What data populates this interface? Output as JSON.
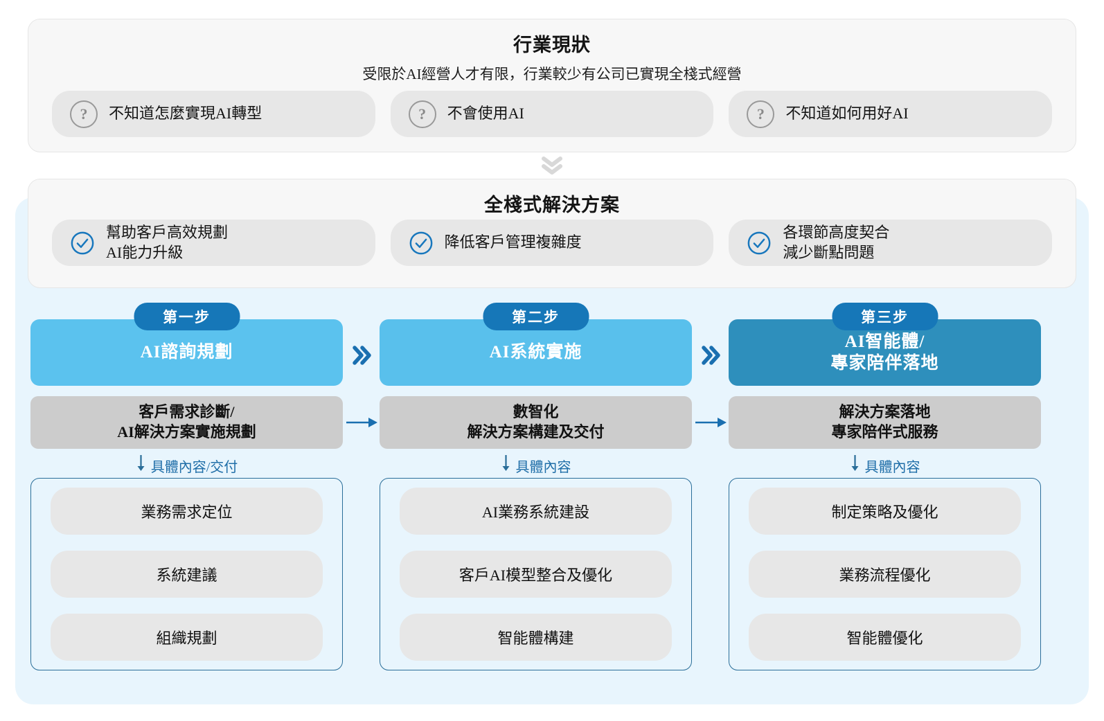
{
  "industry": {
    "title": "行業現狀",
    "subtitle": "受限於AI經營人才有限，行業較少有公司已實現全棧式經營",
    "pills": [
      {
        "icon": "question-mark-icon",
        "lines": [
          "不知道怎麼實現AI轉型"
        ]
      },
      {
        "icon": "question-mark-icon",
        "lines": [
          "不會使用AI"
        ]
      },
      {
        "icon": "question-mark-icon",
        "lines": [
          "不知道如何用好AI"
        ]
      }
    ]
  },
  "divider_icon": "double-chevron-down-icon",
  "solution": {
    "title": "全棧式解決方案",
    "pills": [
      {
        "icon": "check-circle-icon",
        "lines": [
          "幫助客戶高效規劃",
          "AI能力升級"
        ]
      },
      {
        "icon": "check-circle-icon",
        "lines": [
          "降低客戶管理複雜度"
        ]
      },
      {
        "icon": "check-circle-icon",
        "lines": [
          "各環節高度契合",
          "減少斷點問題"
        ]
      }
    ]
  },
  "steps": [
    {
      "badge": "第一步",
      "header_lines": [
        "AI諮詢規劃"
      ],
      "header_color": "#5BC2EE",
      "sub_lines": [
        "客戶需求診斷/",
        "AI解決方案實施規劃"
      ],
      "detail_label": "具體內容/交付",
      "detail_arrow_icon": "arrow-down-icon",
      "items": [
        "業務需求定位",
        "系統建議",
        "組織規劃"
      ]
    },
    {
      "badge": "第二步",
      "header_lines": [
        "AI系統實施"
      ],
      "header_color": "#59C0EC",
      "sub_lines": [
        "數智化",
        "解決方案構建及交付"
      ],
      "detail_label": "具體內容",
      "detail_arrow_icon": "arrow-down-icon",
      "items": [
        "AI業務系統建設",
        "客戶AI模型整合及優化",
        "智能體構建"
      ]
    },
    {
      "badge": "第三步",
      "header_lines": [
        "AI智能體/",
        "專家陪伴落地"
      ],
      "header_color": "#2E8FBC",
      "sub_lines": [
        "解決方案落地",
        "專家陪伴式服務"
      ],
      "detail_label": "具體內容",
      "detail_arrow_icon": "arrow-down-icon",
      "items": [
        "制定策略及優化",
        "業務流程優化",
        "智能體優化"
      ]
    }
  ],
  "connectors": {
    "chevron_icon": "double-chevron-right-icon",
    "arrow_icon": "arrow-right-icon"
  },
  "colors": {
    "badge_blue": "#1677b8",
    "accent_blue": "#1f6ea8",
    "panel_blue": "#e8f5fd",
    "pill_gray": "#e7e7e7",
    "sub_gray": "#cccccc"
  }
}
